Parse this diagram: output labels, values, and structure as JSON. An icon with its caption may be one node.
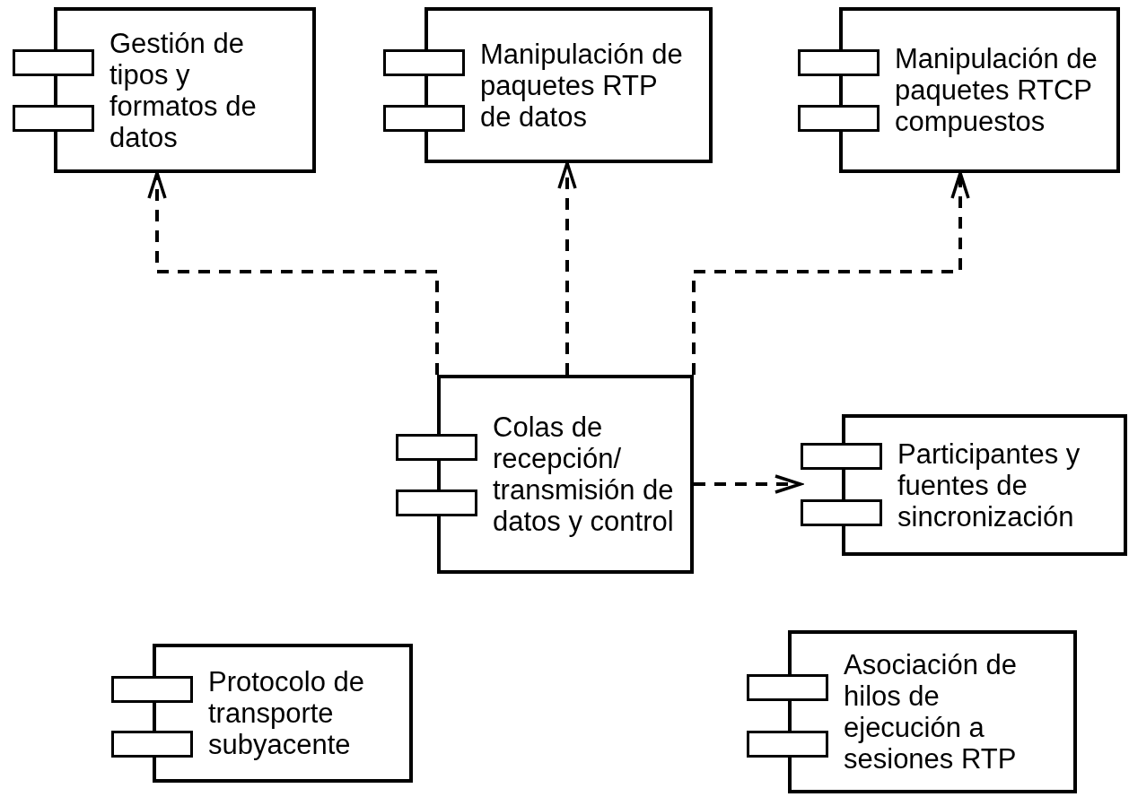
{
  "diagram": {
    "nodes": [
      {
        "text": [
          "Gestión de tipos y formatos de datos"
        ]
      },
      {
        "text": [
          "Manipulación de paquetes RTP de datos"
        ]
      },
      {
        "text": [
          "Manipulación de paquetes RTCP compuestos"
        ]
      },
      {
        "text": [
          "Colas de recepción/ transmisión de datos y control"
        ]
      },
      {
        "text": [
          "Participantes y fuentes de sincronización"
        ]
      },
      {
        "text": [
          "Protocolo de transporte subyacente"
        ]
      },
      {
        "text": [
          "Asociación de hilos de ejecución a sesiones RTP"
        ]
      }
    ],
    "edges": [
      {
        "from": 3,
        "to": 0,
        "arrow": "to",
        "style": "dashed"
      },
      {
        "from": 3,
        "to": 1,
        "arrow": "to",
        "style": "dashed"
      },
      {
        "from": 3,
        "to": 2,
        "arrow": "to",
        "style": "dashed"
      },
      {
        "from": 3,
        "to": 4,
        "arrow": "to",
        "style": "dashed"
      }
    ]
  }
}
